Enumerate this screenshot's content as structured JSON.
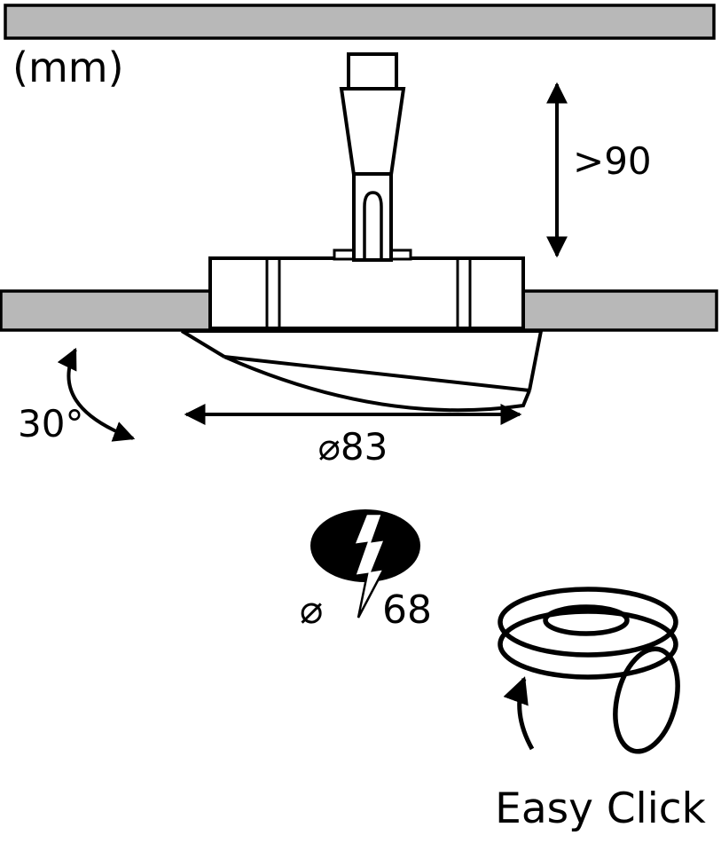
{
  "diagram": {
    "unit_label": "(mm)",
    "dimensions": {
      "mounting_depth": ">90",
      "tilt_angle": "30°",
      "front_diameter": "⌀83",
      "cutout_symbol": "⌀",
      "cutout_value": "68"
    },
    "easy_click_label": "Easy Click",
    "colors": {
      "panel_gray": "#b8b8b8",
      "line": "#000000"
    }
  }
}
